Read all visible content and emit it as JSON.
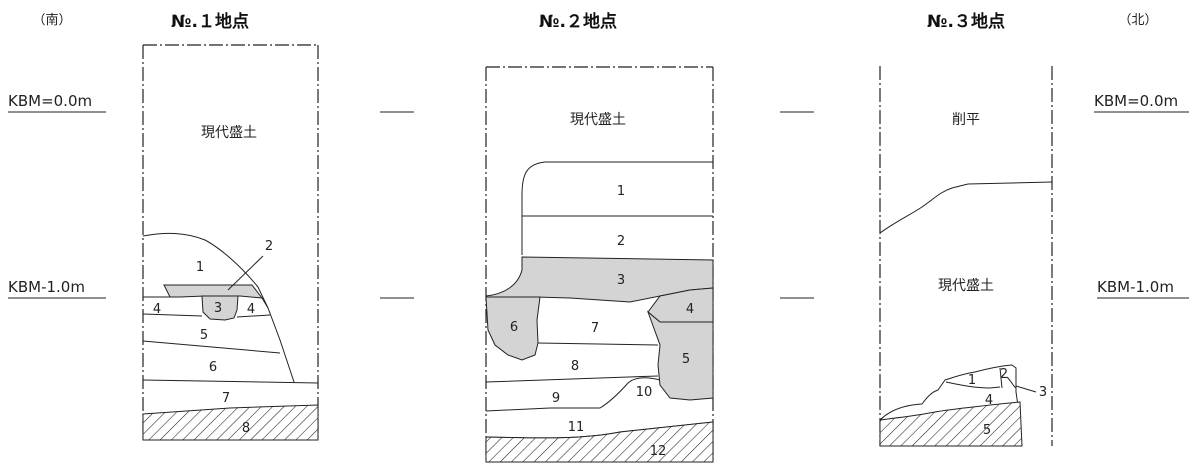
{
  "orientation": {
    "south": "（南）",
    "north": "（北）"
  },
  "benchmarks": {
    "left_zero": "KBM=0.0m",
    "left_minus1": "KBM-1.0m",
    "right_zero": "KBM=0.0m",
    "right_minus1": "KBM-1.0m"
  },
  "sites": [
    {
      "title": "№.１地点",
      "top_label": "現代盛土",
      "layers": [
        "1",
        "2",
        "3",
        "4",
        "4",
        "5",
        "6",
        "7",
        "8"
      ]
    },
    {
      "title": "№.２地点",
      "top_label": "現代盛土",
      "layers": [
        "1",
        "2",
        "3",
        "4",
        "5",
        "6",
        "7",
        "8",
        "9",
        "10",
        "11",
        "12"
      ]
    },
    {
      "title": "№.３地点",
      "top_label": "削平",
      "mid_label": "現代盛土",
      "layers": [
        "1",
        "2",
        "3",
        "4",
        "5"
      ]
    }
  ]
}
